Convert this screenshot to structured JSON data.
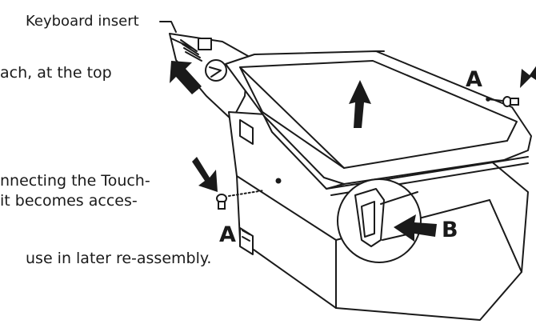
{
  "labels": {
    "keyboard_insert": "Keyboard insert",
    "callout_a": "A",
    "callout_b": "B"
  },
  "body_text": {
    "line1": "ach, at the top",
    "line2": "nnecting the Touch-",
    "line3": "it becomes acces-",
    "line4": "use in later re-assembly."
  },
  "icons": {
    "arrow": "bold-arrow-icon",
    "screw": "screw-icon"
  }
}
